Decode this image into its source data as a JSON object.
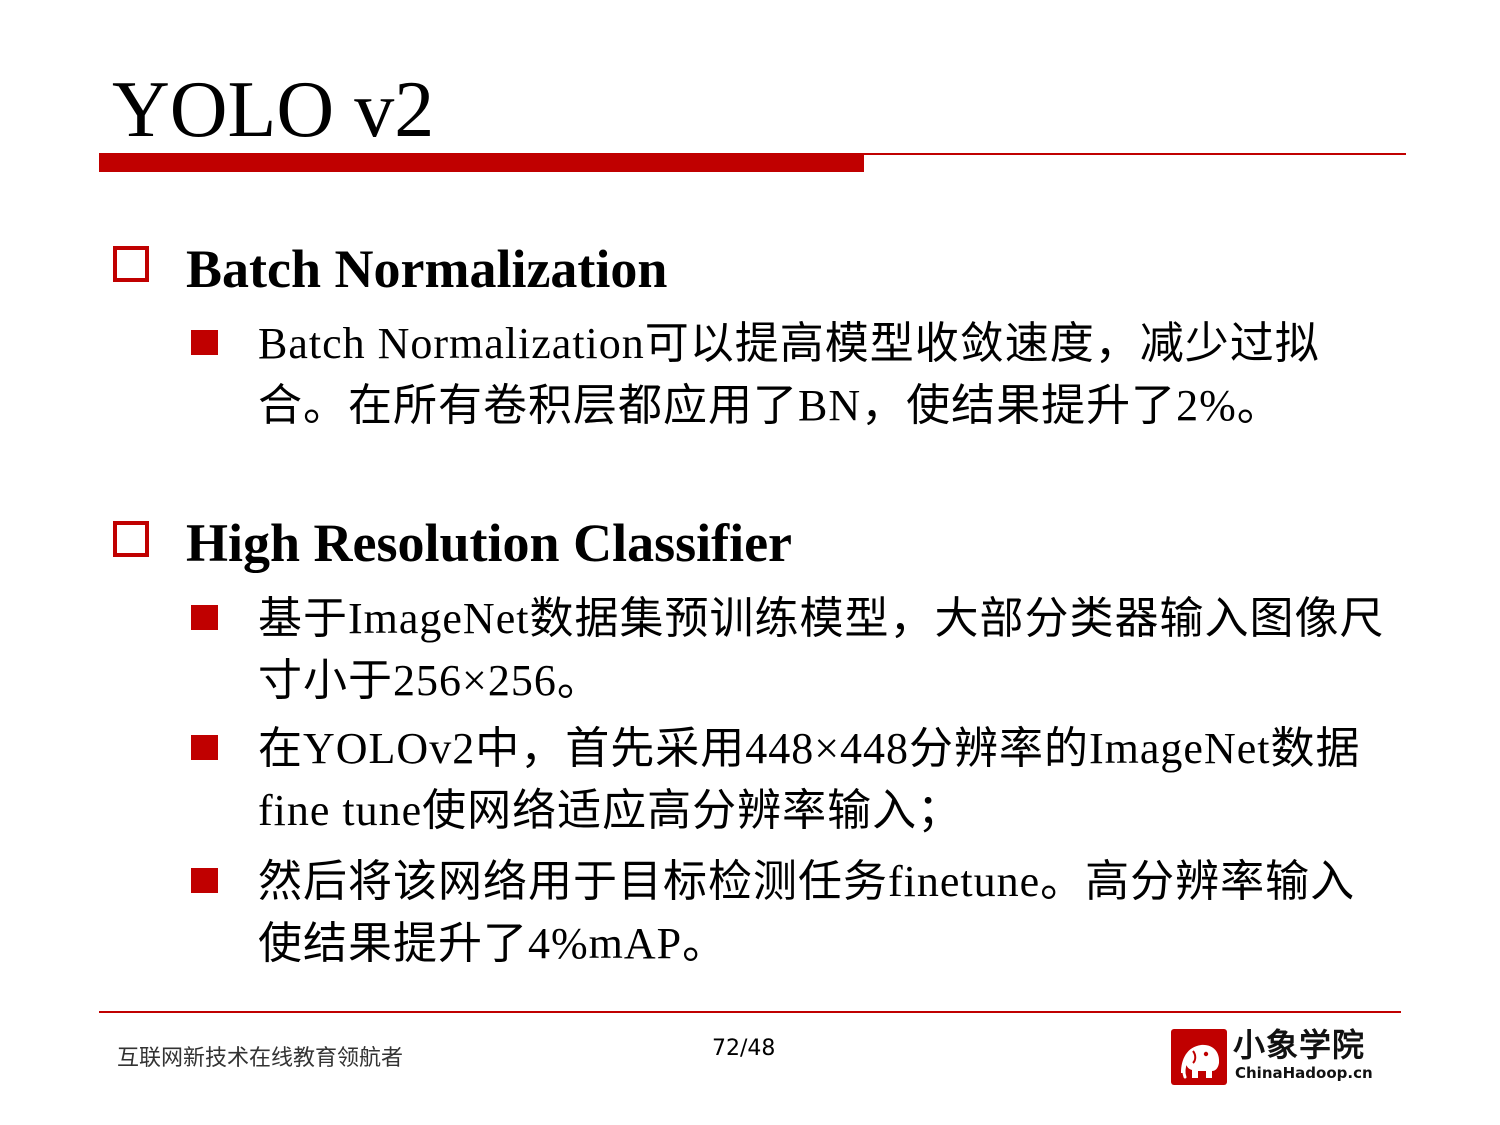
{
  "slide": {
    "title": "YOLO v2"
  },
  "colors": {
    "accent": "#c00000",
    "text": "#000000"
  },
  "sections": [
    {
      "heading": "Batch Normalization",
      "bullets": [
        "Batch Normalization可以提高模型收敛速度，减少过拟合。在所有卷积层都应用了BN，使结果提升了2%。"
      ]
    },
    {
      "heading": "High Resolution Classifier",
      "bullets": [
        "基于ImageNet数据集预训练模型，大部分类器输入图像尺寸小于256×256。",
        "在YOLOv2中，首先采用448×448分辨率的ImageNet数据fine tune使网络适应高分辨率输入；",
        "然后将该网络用于目标检测任务finetune。高分辨率输入使结果提升了4%mAP。"
      ]
    }
  ],
  "footer": {
    "tagline": "互联网新技术在线教育领航者",
    "page_number": "72/48",
    "logo_name": "小象学院",
    "logo_domain": "ChinaHadoop.cn",
    "logo_icon": "elephant-icon"
  }
}
